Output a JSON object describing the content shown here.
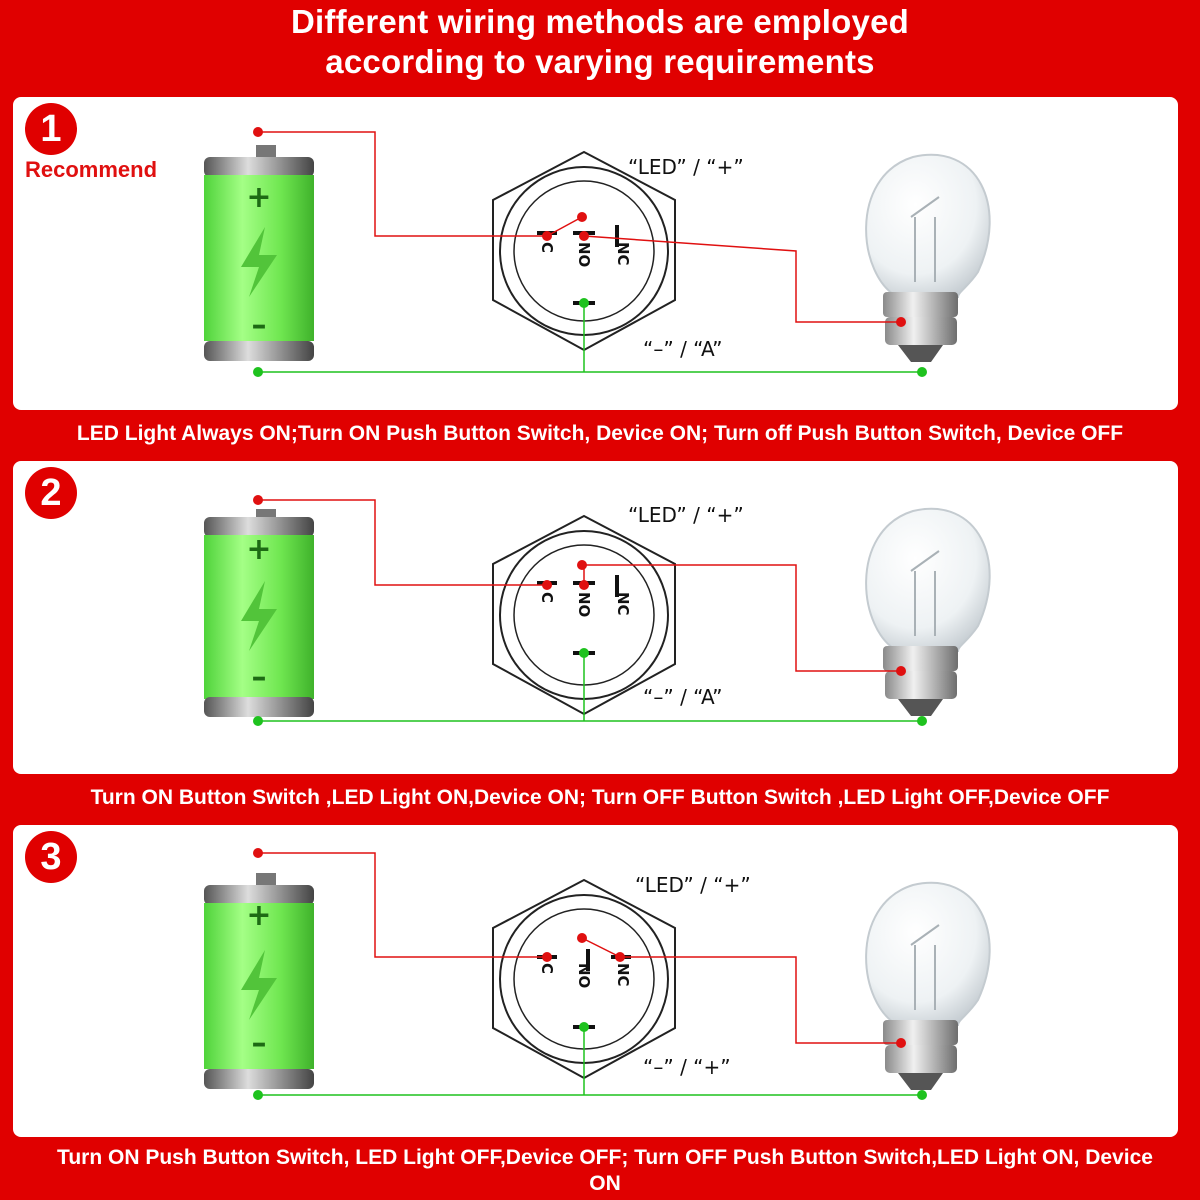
{
  "title_line1": "Different wiring methods are employed",
  "title_line2": "according to varying requirements",
  "panels": [
    {
      "number": "1",
      "badge_extra": "Recommend",
      "top_label": "“LED” / “+”",
      "bottom_label": "“–” / “A”",
      "pins": [
        "C",
        "NO",
        "NC"
      ],
      "caption": "LED Light Always ON;Turn ON Push Button Switch, Device ON; Turn off Push Button Switch, Device OFF"
    },
    {
      "number": "2",
      "badge_extra": "",
      "top_label": "“LED” / “+”",
      "bottom_label": "“–” / “A”",
      "pins": [
        "C",
        "NO",
        "NC"
      ],
      "caption": "Turn ON Button Switch ,LED Light ON,Device ON; Turn OFF Button Switch ,LED Light OFF,Device OFF"
    },
    {
      "number": "3",
      "badge_extra": "",
      "top_label": "“LED” / “+”",
      "bottom_label": "“–” / “+”",
      "pins": [
        "C",
        "NO",
        "NC"
      ],
      "caption": "Turn ON Push Button Switch, LED Light OFF,Device OFF; Turn OFF Push Button Switch,LED Light ON, Device ON"
    }
  ],
  "colors": {
    "background": "#e00000",
    "wire_positive": "#e01010",
    "wire_negative": "#1ec21e",
    "battery_green": "#7cf25a"
  },
  "icons": [
    "battery-icon",
    "push-button-switch-icon",
    "light-bulb-icon"
  ]
}
